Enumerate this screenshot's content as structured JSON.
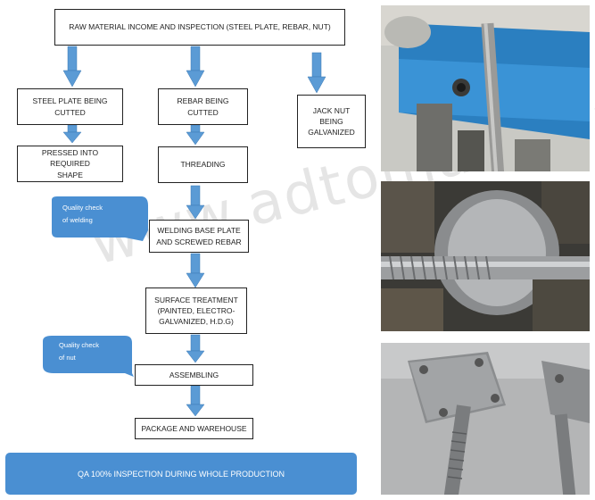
{
  "flow": {
    "raw_material": "RAW MATERIAL INCOME AND INSPECTION (STEEL PLATE, REBAR, NUT)",
    "steel_plate": "STEEL PLATE BEING\nCUTTED",
    "rebar": "REBAR BEING\nCUTTED",
    "jack_nut": "JACK NUT\nBEING\nGALVANIZED",
    "pressed": "PRESSED INTO REQUIRED\nSHAPE",
    "threading": "THREADING",
    "welding": "WELDING BASE PLATE\nAND SCREWED REBAR",
    "surface": "SURFACE TREATMENT\n(PAINTED, ELECTRO-\nGALVANIZED, H.D.G)",
    "assembling": "ASSEMBLING",
    "package": "PACKAGE AND WAREHOUSE"
  },
  "callouts": {
    "welding_check": "Quality    check\nof welding",
    "nut_check": "Quality    check\nof nut"
  },
  "banner": "QA 100% INSPECTION DURING WHOLE PRODUCTION",
  "watermark": "www.adtomall.com",
  "colors": {
    "accent": "#4a8fd2",
    "arrow": "#5b9bd5"
  }
}
